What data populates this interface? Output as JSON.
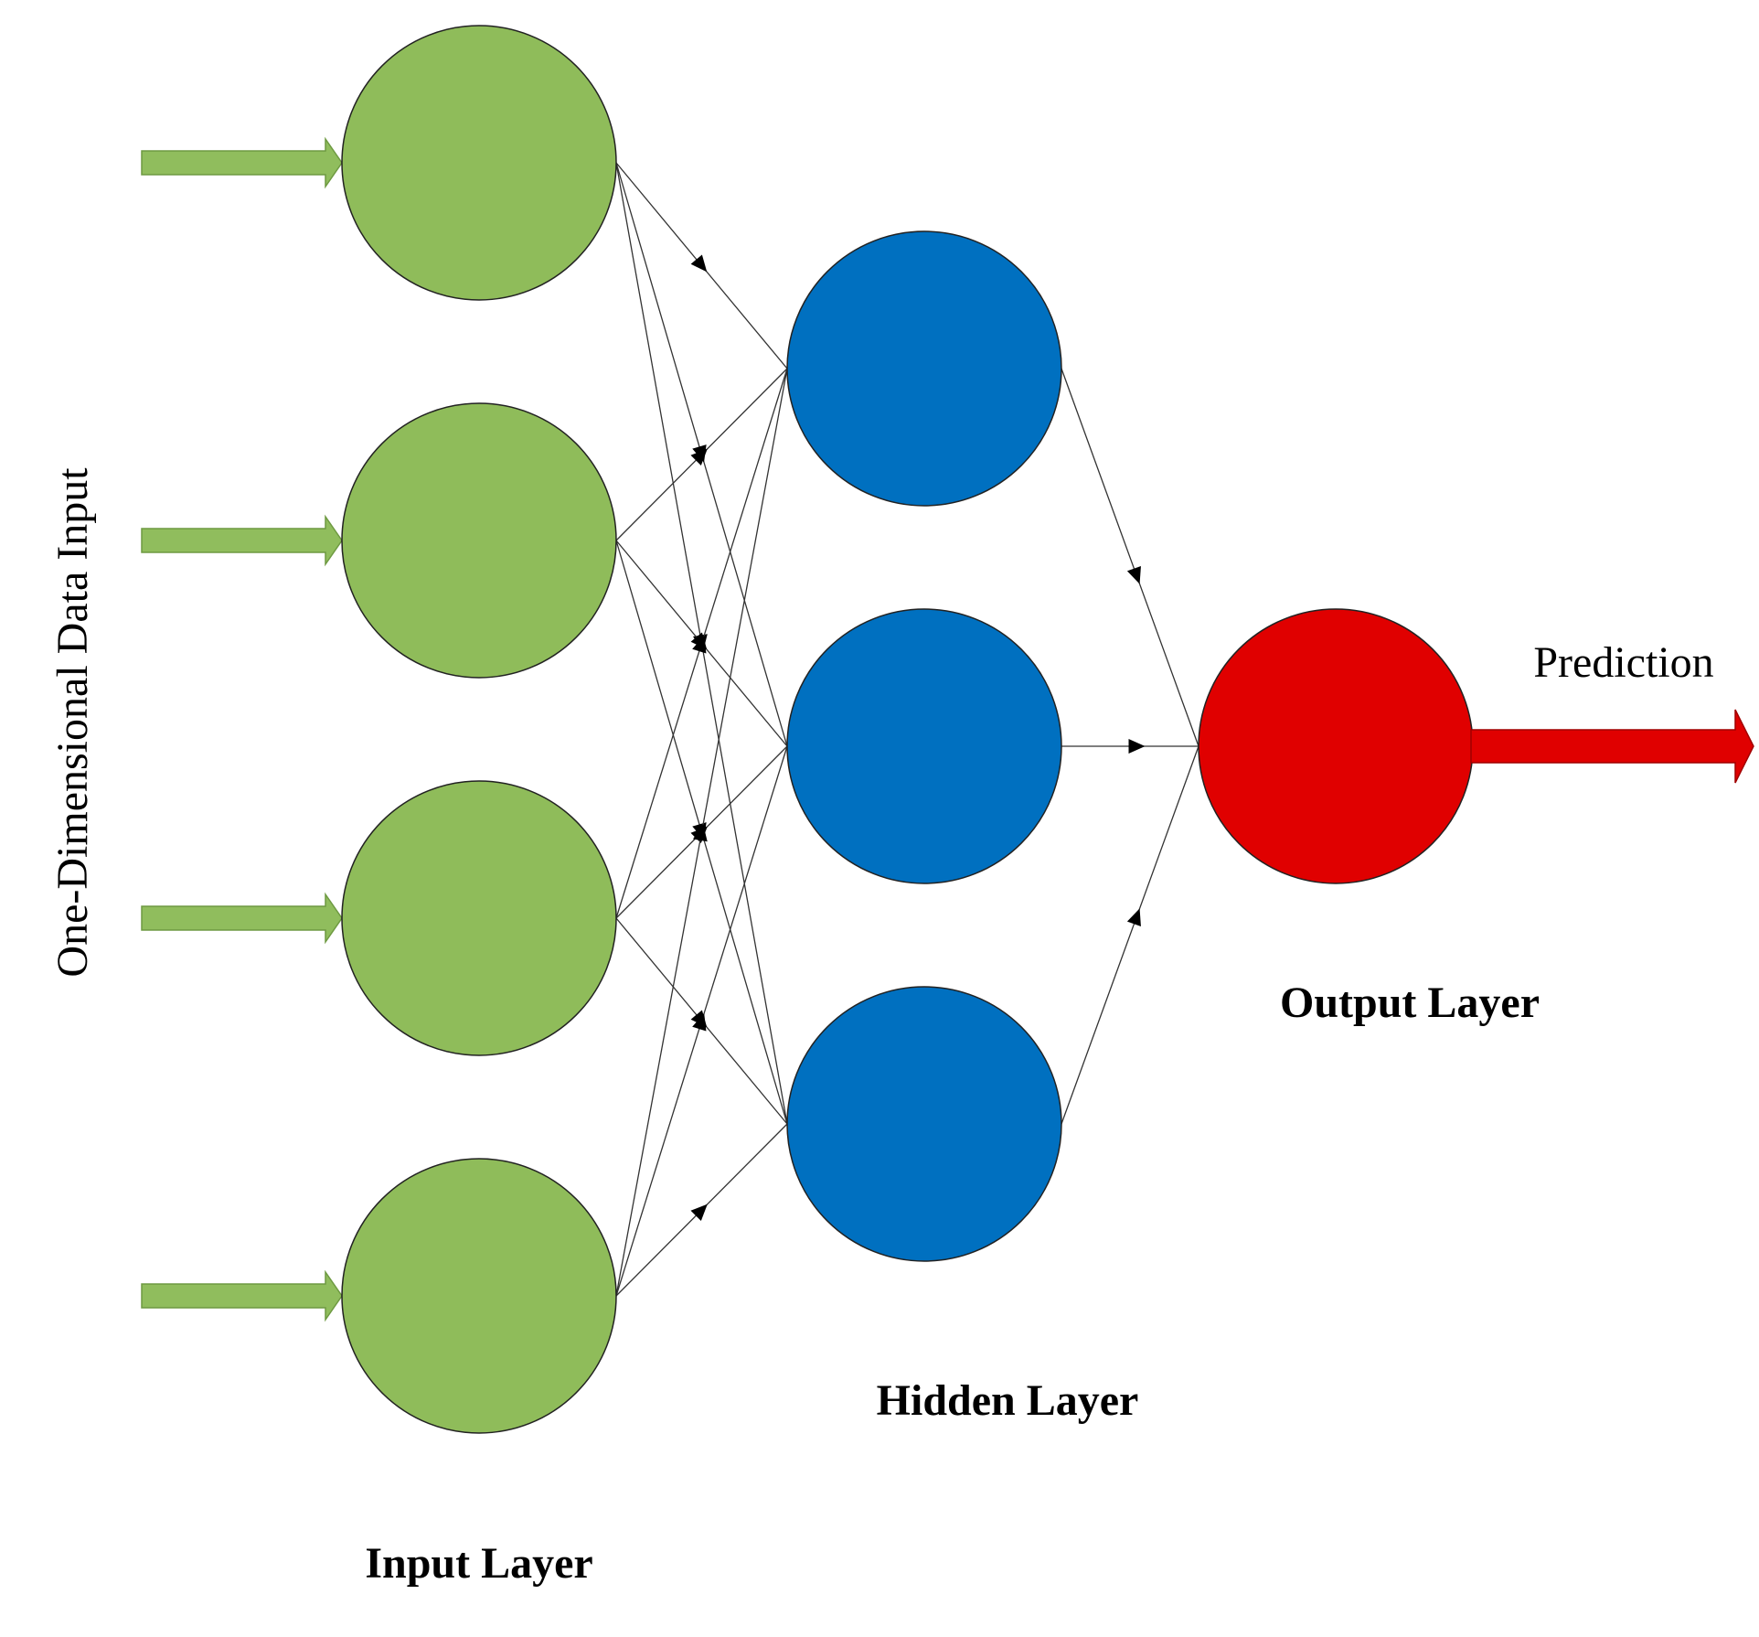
{
  "labels": {
    "side_input": "One-Dimensional Data Input",
    "prediction": "Prediction",
    "input_layer": "Input Layer",
    "hidden_layer": "Hidden Layer",
    "output_layer": "Output Layer"
  },
  "colors": {
    "input": "#8fbc5a",
    "input_arrow": "#90bd5d",
    "hidden": "#0070c0",
    "output": "#e00000",
    "edge": "#333333"
  },
  "layers": {
    "input_count": 4,
    "hidden_count": 3,
    "output_count": 1
  }
}
